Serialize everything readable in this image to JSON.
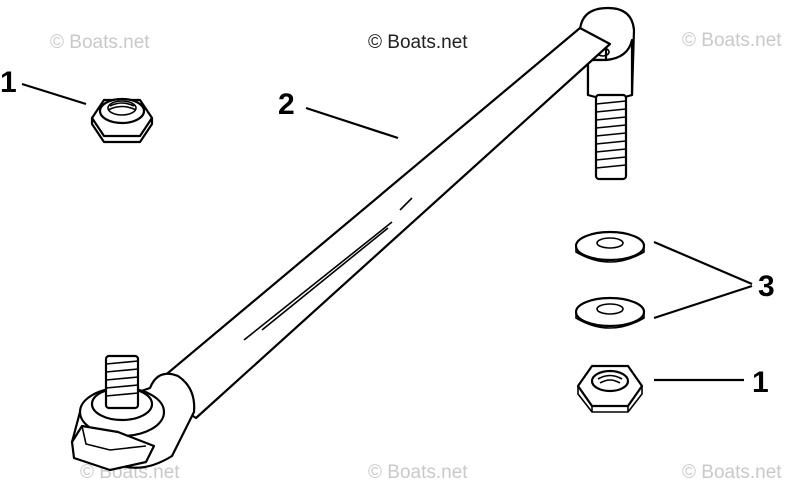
{
  "watermarks": {
    "main": "© Boats.net",
    "faint": "© Boats.net"
  },
  "callouts": {
    "nut_top_left": "1",
    "rod": "2",
    "washers": "3",
    "nut_right": "1"
  },
  "colors": {
    "line": "#000000",
    "background": "#ffffff",
    "watermark": "#c9c9c9"
  }
}
